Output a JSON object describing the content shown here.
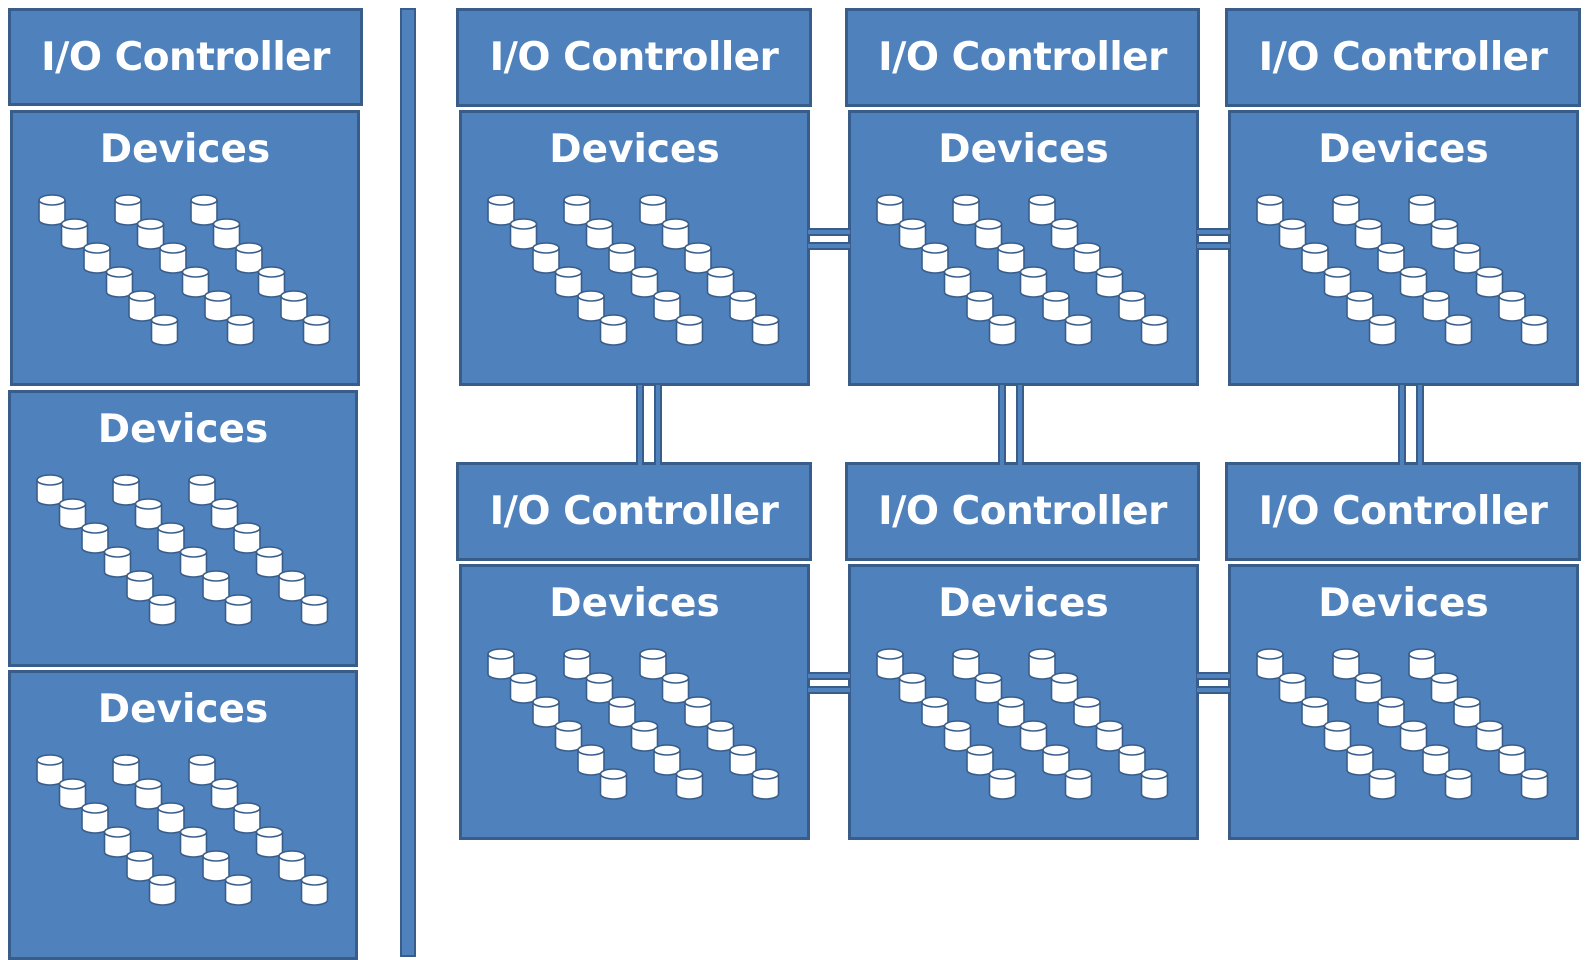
{
  "diagram": {
    "colors": {
      "box_fill": "#4f81bd",
      "box_border": "#385d8a",
      "text": "#ffffff",
      "disk_fill": "#ffffff"
    },
    "left_column": {
      "controller_label": "I/O Controller",
      "device_groups": [
        {
          "title": "Devices"
        },
        {
          "title": "Devices"
        },
        {
          "title": "Devices"
        }
      ]
    },
    "grid_nodes": [
      {
        "controller_label": "I/O Controller",
        "devices_title": "Devices"
      },
      {
        "controller_label": "I/O Controller",
        "devices_title": "Devices"
      },
      {
        "controller_label": "I/O Controller",
        "devices_title": "Devices"
      },
      {
        "controller_label": "I/O Controller",
        "devices_title": "Devices"
      },
      {
        "controller_label": "I/O Controller",
        "devices_title": "Devices"
      },
      {
        "controller_label": "I/O Controller",
        "devices_title": "Devices"
      }
    ],
    "disk_icon": "database-cylinder-icon"
  }
}
